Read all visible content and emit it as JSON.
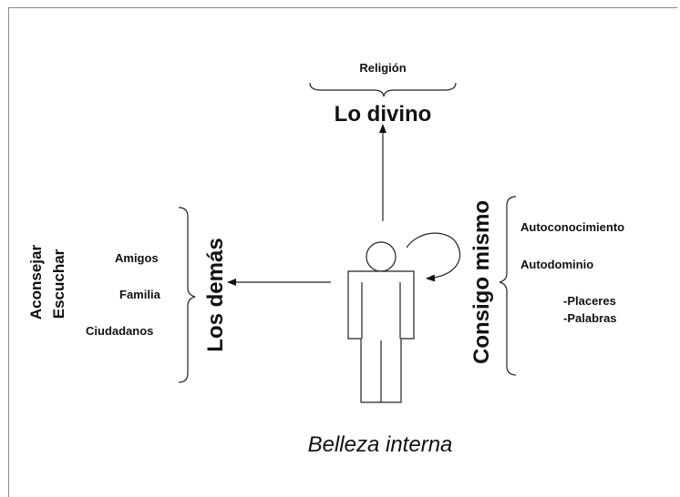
{
  "top": {
    "religion": "Religión",
    "divine": "Lo divino"
  },
  "left": {
    "group_title": "Los demás",
    "items": [
      "Amigos",
      "Familia",
      "Ciudadanos"
    ],
    "actions": [
      "Aconsejar",
      "Escuchar"
    ]
  },
  "right": {
    "group_title": "Consigo mismo",
    "items": [
      "Autoconocimiento",
      "Autodominio"
    ],
    "subitems": [
      "-Placeres",
      "-Palabras"
    ]
  },
  "bottom": {
    "caption": "Belleza interna"
  }
}
